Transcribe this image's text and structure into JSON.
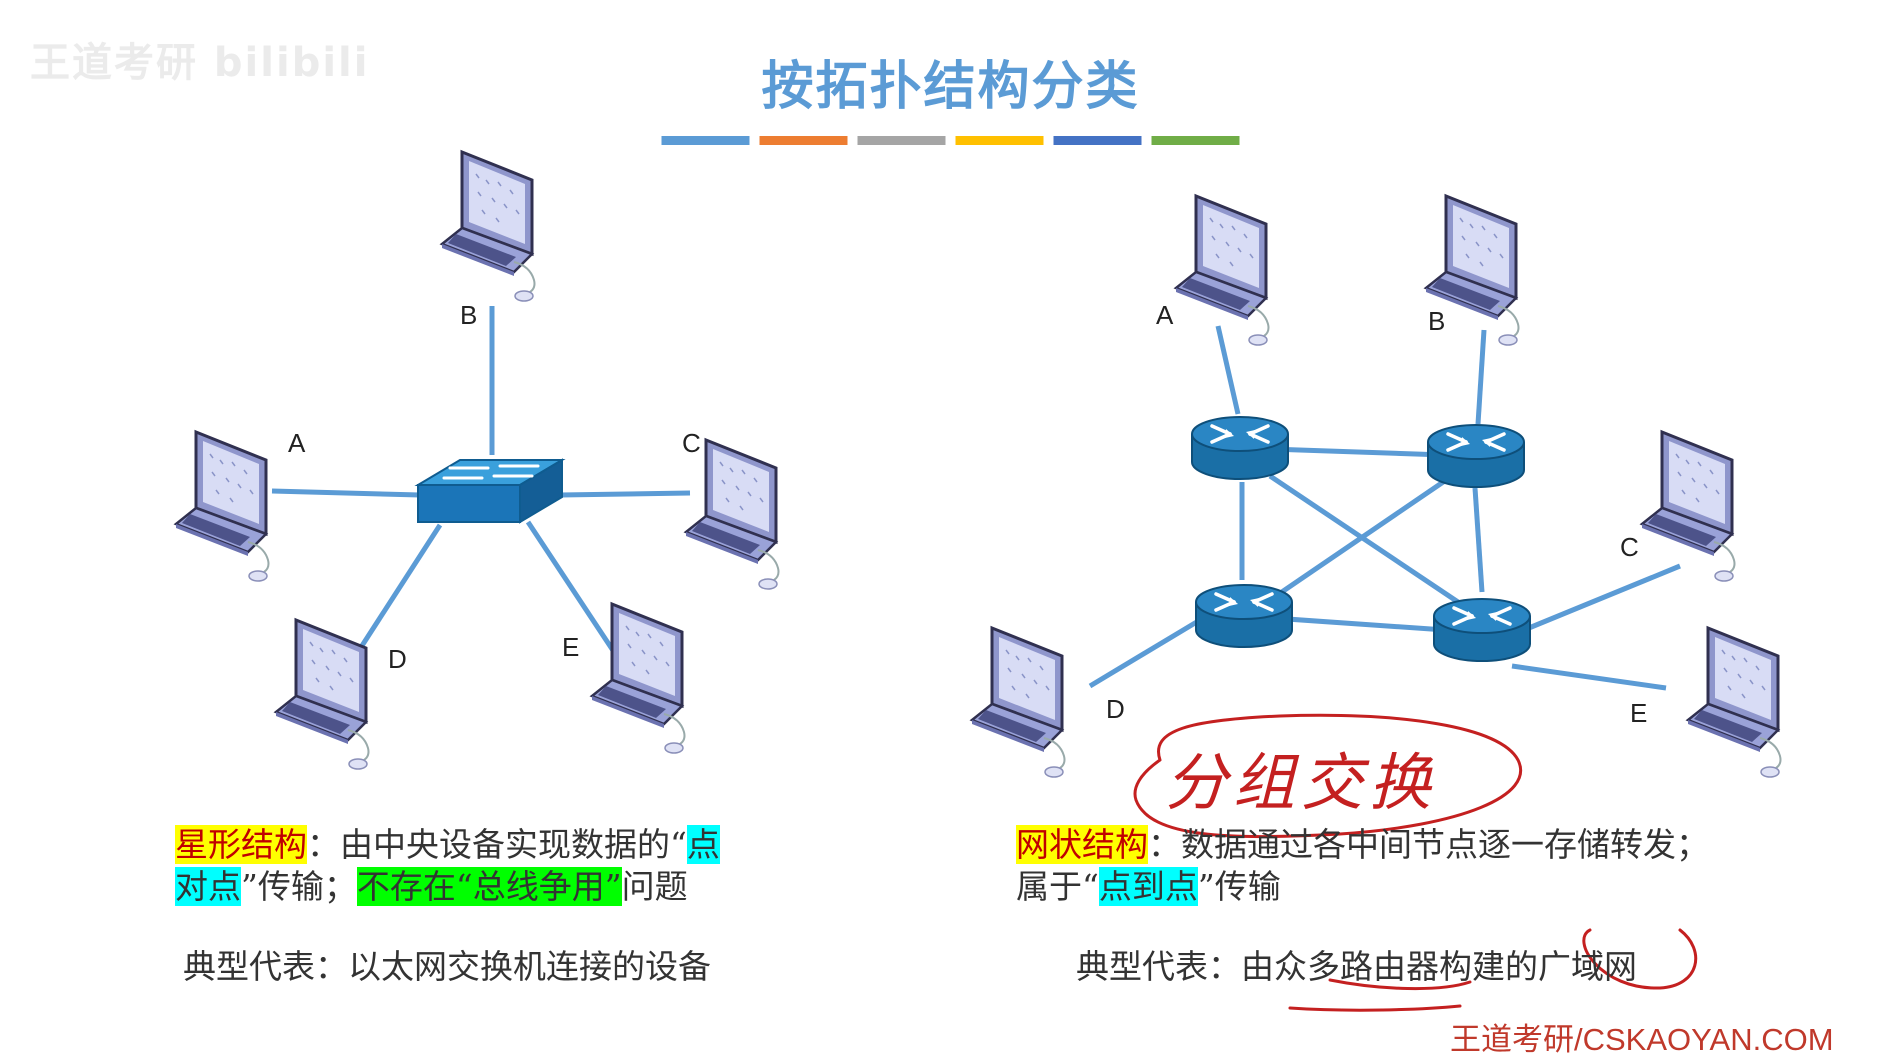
{
  "watermark": "王道考研 bilibili",
  "title": "按拓扑结构分类",
  "accent_bar_colors": [
    "#5b9bd5",
    "#ed7d31",
    "#a5a5a5",
    "#ffc000",
    "#4472c4",
    "#70ad47"
  ],
  "star": {
    "labels": {
      "a": "A",
      "b": "B",
      "c": "C",
      "d": "D",
      "e": "E"
    },
    "desc": {
      "term": "星形结构",
      "colon": "：",
      "text1": "由中央设备实现数据的“",
      "hl_p2p_1": "点",
      "hl_p2p_2": "对点",
      "text2": "”传输；",
      "hl_no_contention": "不存在“总线争用”",
      "text3": "问题"
    },
    "example": "典型代表：以太网交换机连接的设备"
  },
  "mesh": {
    "labels": {
      "a": "A",
      "b": "B",
      "c": "C",
      "d": "D",
      "e": "E"
    },
    "desc": {
      "term": "网状结构",
      "text1": "：数据通过各中间节点逐一存储转发；",
      "text2": "属于“",
      "hl_p2p": "点到点",
      "text3": "”传输"
    },
    "example": "典型代表：由众多路由器构建的广域网",
    "handwriting": "分组交换"
  },
  "brand": "王道考研/CSKAOYAN.COM"
}
